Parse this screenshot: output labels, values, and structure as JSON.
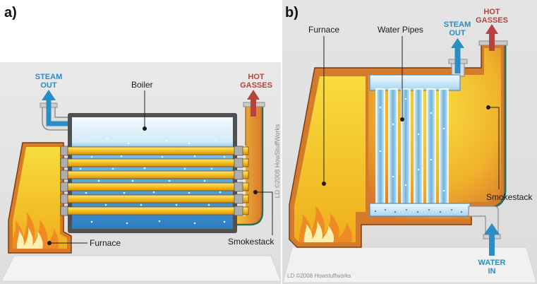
{
  "panels": {
    "a": {
      "label": "a)",
      "steam_out": {
        "line1": "STEAM",
        "line2": "OUT"
      },
      "hot_gasses": {
        "line1": "HOT",
        "line2": "GASSES"
      },
      "boiler": "Boiler",
      "furnace": "Furnace",
      "smokestack": "Smokestack",
      "credit": "LD ©2008 HowStuffWorks"
    },
    "b": {
      "label": "b)",
      "furnace": "Furnace",
      "water_pipes": "Water Pipes",
      "steam_out": {
        "line1": "STEAM",
        "line2": "OUT"
      },
      "hot_gasses": {
        "line1": "HOT",
        "line2": "GASSES"
      },
      "smokestack": "Smokestack",
      "water_in": {
        "line1": "WATER",
        "line2": "IN"
      },
      "credit": "LD ©2008 Howstuffworks"
    }
  },
  "colors": {
    "steam_out": "#2a8dc5",
    "hot_gasses": "#b5433f",
    "water_in": "#2a8dc5",
    "fire": "#f2a81f",
    "smokestack_outline": "#2f6b5a"
  },
  "icons": {
    "steam": "arrow-up-icon",
    "hot_gasses": "arrow-up-icon",
    "water_in": "arrow-up-icon",
    "fire": "flame-icon"
  }
}
